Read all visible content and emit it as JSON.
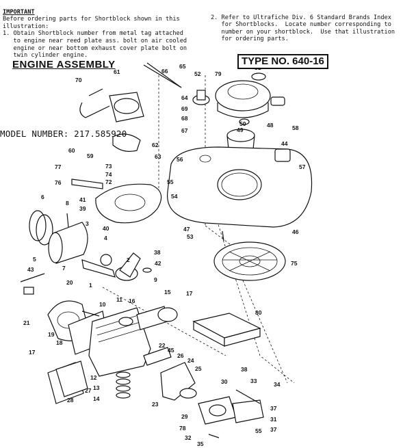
{
  "notes_left": {
    "heading": "IMPORTANT",
    "lines": [
      "Before ordering parts for Shortblock shown in this",
      "illustration:",
      "1. Obtain Shortblock number from metal tag attached",
      "   to engine near reed plate ass. bolt on air cooled",
      "   engine or near bottom exhaust cover plate bolt on",
      "   twin cylinder engine."
    ]
  },
  "notes_right": {
    "lines": [
      "2. Refer to Ultrafiche Div. 6 Standard Brands Index",
      "   for Shortblocks.  Locate number corresponding to",
      "   number on your shortblock.  Use that illustration",
      "   for ordering parts."
    ]
  },
  "title": "ENGINE ASSEMBLY",
  "type_no": "TYPE NO. 640-16",
  "model_number": "MODEL NUMBER: 217.585920",
  "callouts": [
    "66",
    "65",
    "61",
    "52",
    "79",
    "51",
    "70",
    "64",
    "69",
    "68",
    "67",
    "50",
    "49",
    "48",
    "58",
    "62",
    "63",
    "59",
    "60",
    "73",
    "74",
    "72",
    "77",
    "76",
    "56",
    "44",
    "57",
    "55",
    "41",
    "39",
    "54",
    "6",
    "8",
    "3",
    "40",
    "47",
    "53",
    "46",
    "2",
    "5",
    "38",
    "4",
    "42",
    "1",
    "75",
    "43",
    "7",
    "9",
    "20",
    "16",
    "15",
    "17",
    "21",
    "11",
    "10",
    "80",
    "19",
    "18",
    "22",
    "45",
    "26",
    "24",
    "25",
    "17",
    "38",
    "30",
    "12",
    "13",
    "14",
    "33",
    "34",
    "27",
    "28",
    "23",
    "37",
    "29",
    "31",
    "78",
    "32",
    "35",
    "37",
    "55"
  ]
}
